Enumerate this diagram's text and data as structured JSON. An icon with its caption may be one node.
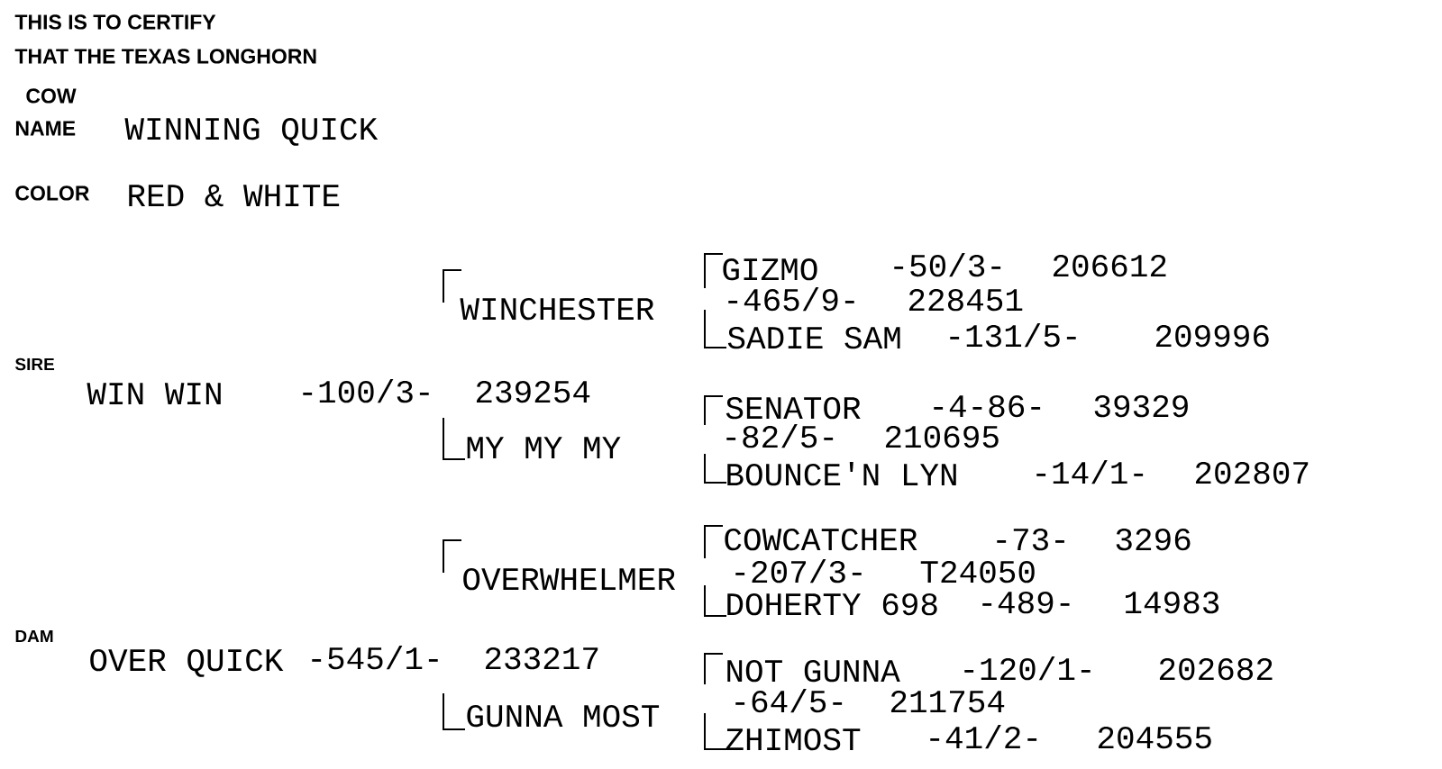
{
  "diagram": {
    "labels": [
      "THIS IS TO CERTIFY",
      "THAT THE TEXAS LONGHORN",
      "COW",
      "NAME",
      "WINNING QUICK",
      "COLOR",
      "RED & WHITE",
      "GIZMO",
      "-50/3-",
      "206612",
      "WINCHESTER",
      "-465/9-",
      "228451",
      "SADIE SAM",
      "-131/5-",
      "209996",
      "SIRE",
      "WIN WIN",
      "-100/3-",
      "239254",
      "SENATOR",
      "-4-86-",
      "39329",
      "MY MY MY",
      "-82/5-",
      "210695",
      "BOUNCE'N LYN",
      "-14/1-",
      "202807",
      "COWCATCHER",
      "-73-",
      "3296",
      "OVERWHELMER",
      "-207/3-",
      "T24050",
      "DOHERTY 698",
      "-489-",
      "14983",
      "DAM",
      "OVER QUICK",
      "-545/1-",
      "233217",
      "NOT GUNNA",
      "-120/1-",
      "202682",
      "GUNNA MOST",
      "-64/5-",
      "211754",
      "ZHIMOST",
      "-41/2-",
      "204555"
    ]
  }
}
